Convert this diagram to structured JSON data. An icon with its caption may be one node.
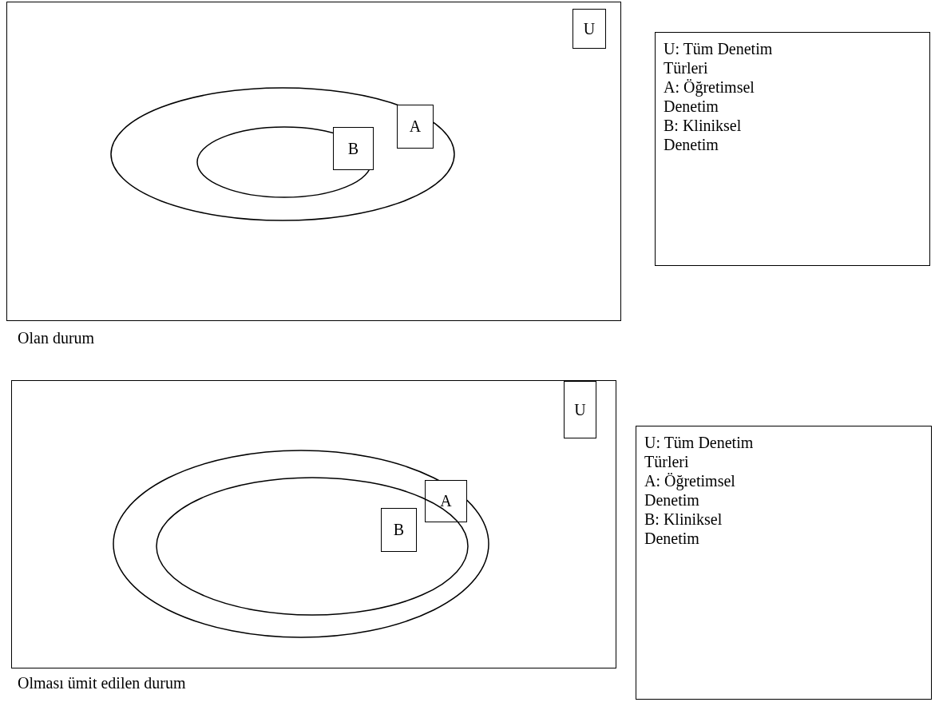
{
  "diagram": {
    "nodes": [
      {
        "text": [],
        "shape": "box",
        "beside": [
          "Olan durum"
        ]
      },
      {
        "text": [
          "U"
        ],
        "in": 0
      },
      {
        "text": [],
        "shape": "ellipse",
        "in": 0
      },
      {
        "text": [
          "A"
        ],
        "in": 2
      },
      {
        "text": [],
        "shape": "ellipse",
        "in": 2
      },
      {
        "text": [
          "B"
        ],
        "in": 4
      },
      {
        "text": [
          "U: Tüm Denetim Türleri",
          "A: Öğretimsel Denetim",
          "B: Kliniksel Denetim"
        ]
      },
      {
        "text": [],
        "shape": "box",
        "beside": [
          "Olması ümit edilen durum"
        ]
      },
      {
        "text": [
          "U"
        ],
        "in": 7
      },
      {
        "text": [],
        "shape": "ellipse",
        "in": 7
      },
      {
        "text": [
          "A"
        ],
        "in": 9
      },
      {
        "text": [],
        "shape": "ellipse",
        "in": 9
      },
      {
        "text": [
          "B"
        ],
        "in": 11
      },
      {
        "text": [
          "U: Tüm Denetim Türleri",
          "A: Öğretimsel Denetim",
          "B: Kliniksel Denetim"
        ]
      }
    ],
    "edges": []
  }
}
